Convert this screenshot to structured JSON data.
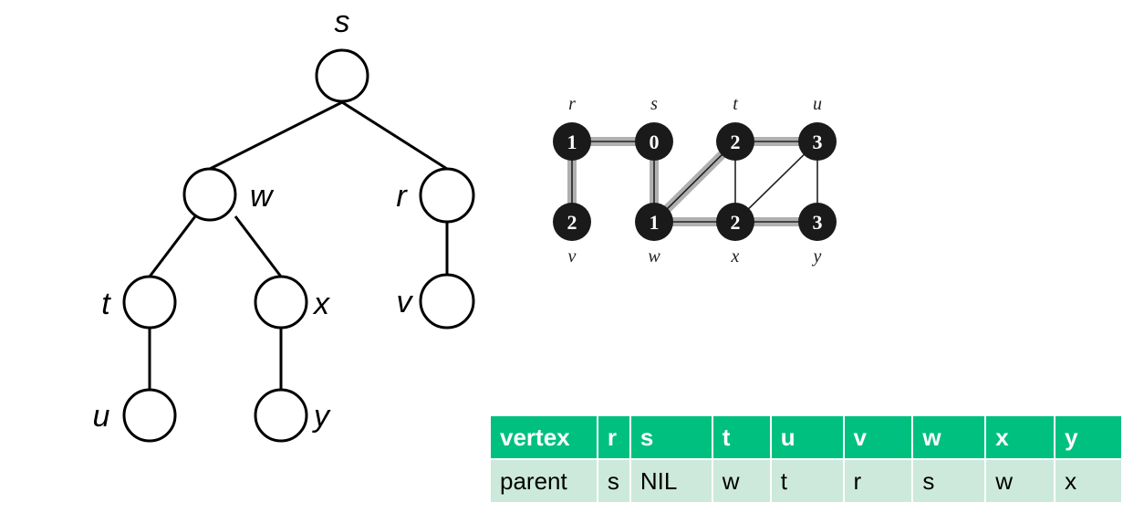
{
  "bfs_tree": {
    "nodes": [
      {
        "id": "s",
        "label": "s"
      },
      {
        "id": "w",
        "label": "w"
      },
      {
        "id": "r",
        "label": "r"
      },
      {
        "id": "t",
        "label": "t"
      },
      {
        "id": "x",
        "label": "x"
      },
      {
        "id": "v",
        "label": "v"
      },
      {
        "id": "u",
        "label": "u"
      },
      {
        "id": "y",
        "label": "y"
      }
    ],
    "edges": [
      [
        "s",
        "w"
      ],
      [
        "s",
        "r"
      ],
      [
        "w",
        "t"
      ],
      [
        "w",
        "x"
      ],
      [
        "r",
        "v"
      ],
      [
        "t",
        "u"
      ],
      [
        "x",
        "y"
      ]
    ]
  },
  "graph": {
    "vertices": [
      {
        "id": "r",
        "label": "r",
        "distance": "1"
      },
      {
        "id": "s",
        "label": "s",
        "distance": "0"
      },
      {
        "id": "t",
        "label": "t",
        "distance": "2"
      },
      {
        "id": "u",
        "label": "u",
        "distance": "3"
      },
      {
        "id": "v",
        "label": "v",
        "distance": "2"
      },
      {
        "id": "w",
        "label": "w",
        "distance": "1"
      },
      {
        "id": "x",
        "label": "x",
        "distance": "2"
      },
      {
        "id": "y",
        "label": "y",
        "distance": "3"
      }
    ],
    "tree_edges": [
      [
        "r",
        "s"
      ],
      [
        "r",
        "v"
      ],
      [
        "s",
        "w"
      ],
      [
        "w",
        "t"
      ],
      [
        "w",
        "x"
      ],
      [
        "t",
        "u"
      ],
      [
        "x",
        "y"
      ]
    ],
    "other_edges": [
      [
        "t",
        "x"
      ],
      [
        "x",
        "u"
      ],
      [
        "u",
        "y"
      ]
    ],
    "node_color": "#1a1a1a",
    "tree_edge_color": "#b0b0b0"
  },
  "table": {
    "header": [
      "vertex",
      "r",
      "s",
      "t",
      "u",
      "v",
      "w",
      "x",
      "y"
    ],
    "row": [
      "parent",
      "s",
      "NIL",
      "w",
      "t",
      "r",
      "s",
      "w",
      "x"
    ],
    "header_color": "#00c080",
    "row_color": "#cce9dc"
  }
}
